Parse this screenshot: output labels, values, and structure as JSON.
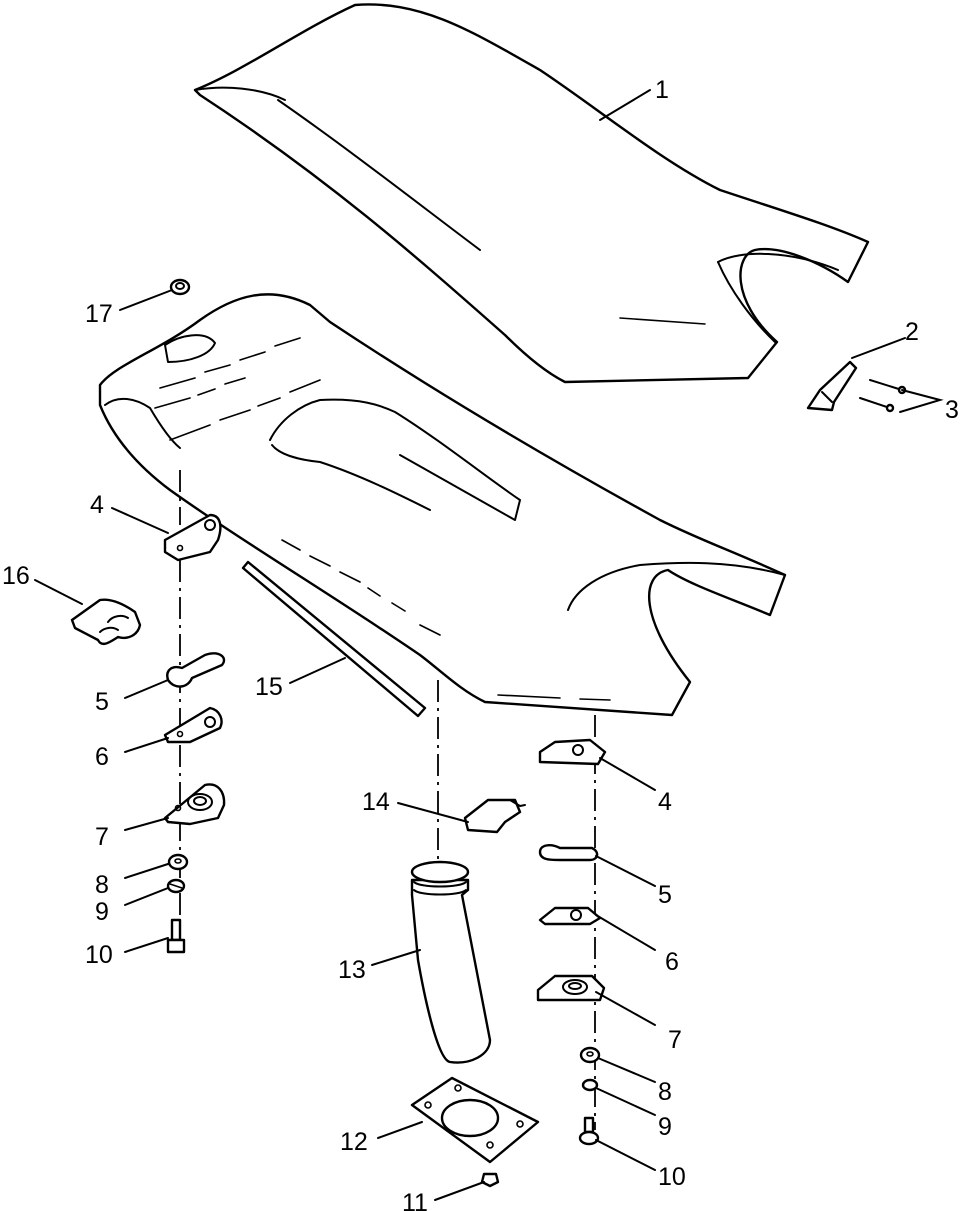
{
  "callouts": {
    "c1": "1",
    "c2": "2",
    "c3": "3",
    "c4a": "4",
    "c4b": "4",
    "c5a": "5",
    "c5b": "5",
    "c6a": "6",
    "c6b": "6",
    "c7a": "7",
    "c7b": "7",
    "c8a": "8",
    "c8b": "8",
    "c9a": "9",
    "c9b": "9",
    "c10a": "10",
    "c10b": "10",
    "c11": "11",
    "c12": "12",
    "c13": "13",
    "c14": "14",
    "c15": "15",
    "c16": "16",
    "c17": "17"
  },
  "colors": {
    "ink": "#000000",
    "paper": "#ffffff"
  }
}
